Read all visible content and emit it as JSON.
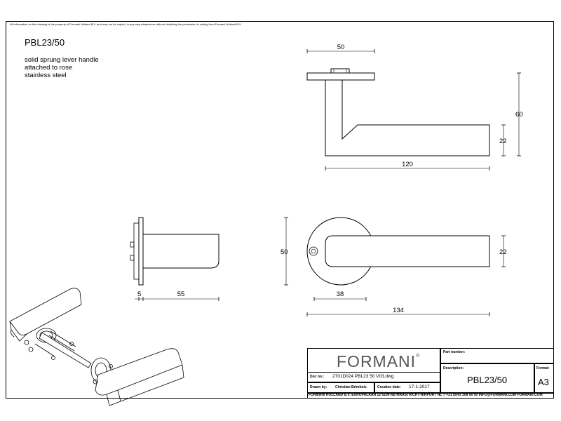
{
  "drawing": {
    "disclaimer": "All information on this drawing is the property of Formani Holland B.V. and may not be copied, in any way whatsoever without obtaining the permission in writing from Formani Holland B.V.",
    "title": "PBL23/50",
    "description": [
      "solid sprung lever handle",
      "attached to rose",
      "stainless steel"
    ]
  },
  "dimensions": {
    "top_width": "50",
    "top_height": "60",
    "top_grip": "22",
    "top_length": "120",
    "side_rose": "5",
    "side_depth": "55",
    "front_rose": "50",
    "front_grip": "22",
    "front_offset": "38",
    "front_length": "134"
  },
  "title_block": {
    "logo": "FORMANI",
    "logo_mark": "®",
    "part_number_label": "Part number:",
    "description_label": "Description:",
    "description_value": "PBL23/50",
    "format_label": "Format:",
    "format_value": "A3",
    "doc_no_label": "Doc no.:",
    "doc_no_value": "2701D024 PBL23 50 V03.dwg",
    "drawn_by_label": "Drawn by:",
    "drawn_by_value": "Christian Brimbois",
    "creation_date_label": "Creation date:",
    "creation_date_value": "17-1-2017",
    "footer": "FORMANI HOLLAND B.V.  EUROPALAAN 12  6199 AB MAASTRICHT-AIRPORT NL  T +31 (0)43 308 90 00 INFO@FORMANI.COM FORMANI.COM"
  }
}
